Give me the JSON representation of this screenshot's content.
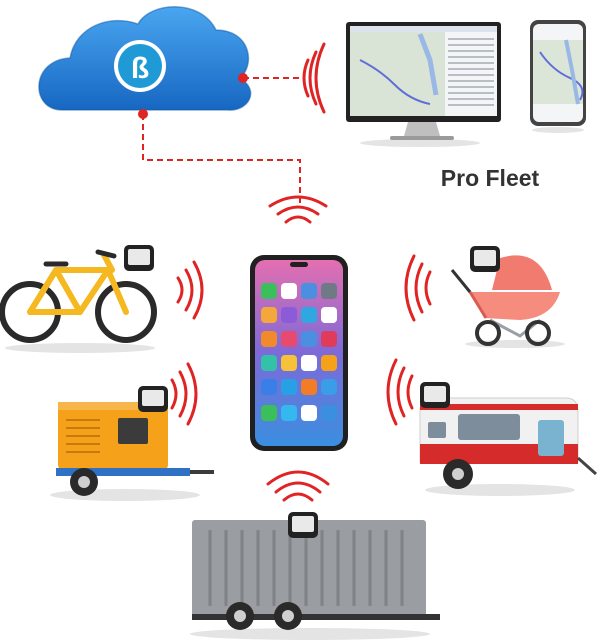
{
  "product_label": "Pro Fleet",
  "cloud_logo": {
    "icon": "brand-logo-icon",
    "color": "#1f9ad6"
  },
  "colors": {
    "cloud": "#1d7fd4",
    "signal": "#e02323",
    "connector": "#e02323",
    "bike_frame": "#f5b820",
    "generator": "#f5a21a",
    "stroller_hood": "#f27b6f",
    "caravan_stripe": "#d62b2b",
    "container": "#9a9da1"
  },
  "devices": [
    {
      "name": "bicycle",
      "icon": "bicycle-icon"
    },
    {
      "name": "generator-trailer",
      "icon": "generator-icon"
    },
    {
      "name": "stroller",
      "icon": "stroller-icon"
    },
    {
      "name": "caravan",
      "icon": "caravan-icon"
    },
    {
      "name": "cargo-trailer",
      "icon": "cargo-trailer-icon"
    }
  ],
  "screens": [
    {
      "name": "desktop-monitor",
      "icon": "monitor-icon"
    },
    {
      "name": "mobile-phone",
      "icon": "phone-icon"
    }
  ]
}
